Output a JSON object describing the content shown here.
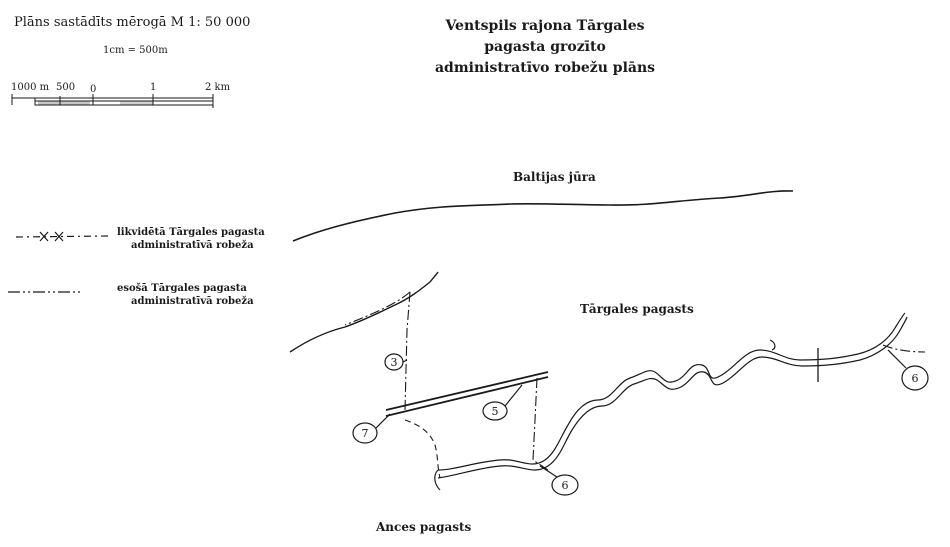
{
  "scale": {
    "title": "Plāns sastādīts mērogā M 1: 50 000",
    "ratio": "1cm = 500m",
    "ticks": [
      "1000 m",
      "500",
      "0",
      "1",
      "2 km"
    ]
  },
  "map_title": "Ventspils rajona Tārgales pagasta grozīto administratīvo robežu plāns",
  "labels": {
    "sea": "Baltijas jūra",
    "targales": "Tārgales pagasts",
    "ances": "Ances pagasts"
  },
  "legend": [
    {
      "line1": "likvidētā Tārgales pagasta",
      "line2": "administratīvā robeža",
      "style": "dash-x"
    },
    {
      "line1": "esošā Tārgales pagasta",
      "line2": "administratīvā robeža",
      "style": "dash-dot"
    }
  ],
  "markers": [
    "3",
    "7",
    "5",
    "6",
    "6"
  ],
  "colors": {
    "ink": "#1a1a1a",
    "paper": "#ffffff"
  }
}
